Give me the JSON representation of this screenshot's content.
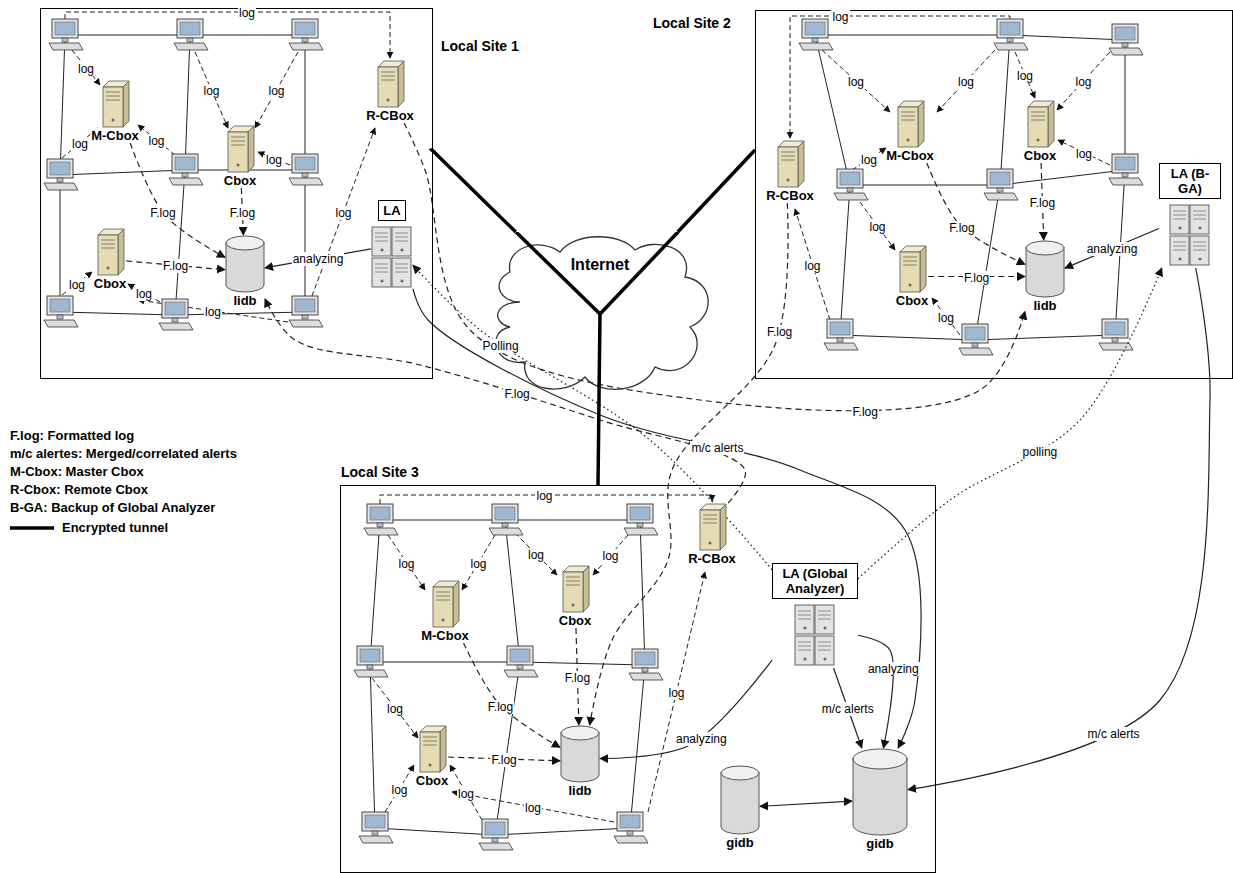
{
  "diagram": {
    "nodes": [
      {
        "text": [
          "Local Site 1"
        ]
      },
      {
        "text": [
          "M-Cbox"
        ],
        "in": 0
      },
      {
        "text": [
          "Cbox"
        ],
        "in": 0
      },
      {
        "text": [
          "R-CBox"
        ],
        "in": 0
      },
      {
        "text": [
          "LA"
        ],
        "in": 0
      },
      {
        "text": [
          "Cbox"
        ],
        "in": 0
      },
      {
        "text": [
          "lidb"
        ],
        "in": 0
      },
      {
        "text": [
          "Local Site 2"
        ]
      },
      {
        "text": [
          "R-CBox"
        ],
        "in": 7
      },
      {
        "text": [
          "M-Cbox"
        ],
        "in": 7
      },
      {
        "text": [
          "Cbox"
        ],
        "in": 7
      },
      {
        "text": [
          "LA (B-GA)"
        ],
        "in": 7
      },
      {
        "text": [
          "Cbox"
        ],
        "in": 7
      },
      {
        "text": [
          "lidb"
        ],
        "in": 7
      },
      {
        "text": [
          "Internet"
        ]
      },
      {
        "text": [
          "Local Site 3"
        ]
      },
      {
        "text": [
          "R-CBox"
        ],
        "in": 15
      },
      {
        "text": [
          "M-Cbox"
        ],
        "in": 15
      },
      {
        "text": [
          "Cbox"
        ],
        "in": 15
      },
      {
        "text": [
          "LA (Global Analyzer)"
        ],
        "in": 15
      },
      {
        "text": [
          "Cbox"
        ],
        "in": 15
      },
      {
        "text": [
          "lidb"
        ],
        "in": 15
      },
      {
        "text": [
          "gidb"
        ],
        "in": 15
      },
      {
        "text": [
          "gidb"
        ],
        "in": 15
      }
    ],
    "edges": [
      {
        "from": 1,
        "to": 6,
        "label": "F.log",
        "arrow": "to"
      },
      {
        "from": 2,
        "to": 6,
        "label": "F.log",
        "arrow": "to"
      },
      {
        "from": 5,
        "to": 6,
        "label": "F.log",
        "arrow": "to"
      },
      {
        "from": 4,
        "to": 6,
        "label": "analyzing",
        "arrow": "to"
      },
      {
        "from": 9,
        "to": 13,
        "label": "F.log",
        "arrow": "to"
      },
      {
        "from": 10,
        "to": 13,
        "label": "F.log",
        "arrow": "to"
      },
      {
        "from": 12,
        "to": 13,
        "label": "F.log",
        "arrow": "to"
      },
      {
        "from": 11,
        "to": 13,
        "label": "analyzing",
        "arrow": "to"
      },
      {
        "from": 17,
        "to": 21,
        "label": "F.log",
        "arrow": "to"
      },
      {
        "from": 18,
        "to": 21,
        "label": "F.log",
        "arrow": "to"
      },
      {
        "from": 20,
        "to": 21,
        "label": "F.log",
        "arrow": "to"
      },
      {
        "from": 19,
        "to": 21,
        "label": "analyzing",
        "arrow": "to"
      },
      {
        "from": 3,
        "to": 13,
        "label": "F.log",
        "arrow": "to"
      },
      {
        "from": 8,
        "to": 21,
        "label": "F.log",
        "arrow": "to"
      },
      {
        "from": 16,
        "to": 6,
        "label": "F.log",
        "arrow": "to"
      },
      {
        "from": 19,
        "to": 4,
        "label": "Polling",
        "arrow": "to"
      },
      {
        "from": 19,
        "to": 11,
        "label": "polling",
        "arrow": "to"
      },
      {
        "from": 4,
        "to": 23,
        "label": "m/c alerts",
        "arrow": "to"
      },
      {
        "from": 11,
        "to": 23,
        "label": "m/c alerts",
        "arrow": "to"
      },
      {
        "from": 19,
        "to": 23,
        "label": "m/c alerts",
        "arrow": "to"
      },
      {
        "from": 19,
        "to": 23,
        "label": "analyzing",
        "arrow": "to"
      },
      {
        "from": 22,
        "to": 23,
        "arrow": "both"
      },
      {
        "from": 0,
        "to": 14,
        "arrow": "none"
      },
      {
        "from": 7,
        "to": 14,
        "arrow": "none"
      },
      {
        "from": 15,
        "to": 14,
        "arrow": "none"
      }
    ],
    "labels": [
      "log",
      "log",
      "log",
      "log",
      "log",
      "log",
      "log",
      "log",
      "log",
      "log",
      "log",
      "log",
      "log",
      "log",
      "log",
      "log",
      "log",
      "log",
      "log",
      "log",
      "log",
      "log",
      "log",
      "log",
      "log",
      "log",
      "log",
      "log",
      "log",
      "log",
      "log"
    ],
    "legend": [
      {
        "text": "F.log: Formatted log"
      },
      {
        "text": "m/c alertes: Merged/correlated alerts"
      },
      {
        "text": "M-Cbox: Master Cbox"
      },
      {
        "text": "R-Cbox: Remote Cbox"
      },
      {
        "text": "B-GA: Backup of Global Analyzer"
      },
      {
        "text": "Encrypted tunnel"
      }
    ]
  }
}
